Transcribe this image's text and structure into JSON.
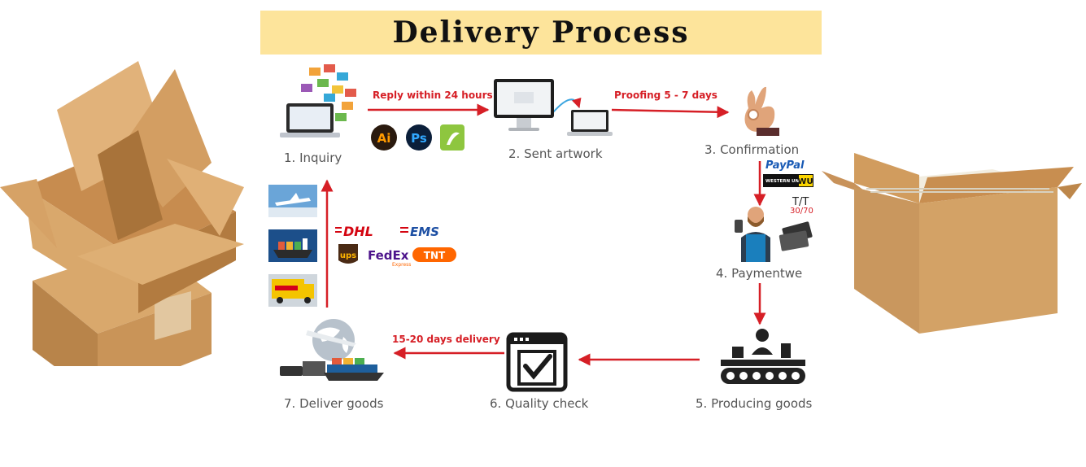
{
  "title": "Delivery Process",
  "steps": [
    {
      "label": "1. Inquiry"
    },
    {
      "label": "2. Sent artwork"
    },
    {
      "label": "3. Confirmation"
    },
    {
      "label": "4. Paymentwe"
    },
    {
      "label": "5. Producing goods"
    },
    {
      "label": "6. Quality check"
    },
    {
      "label": "7. Deliver goods"
    }
  ],
  "arrows": {
    "reply": "Reply within 24 hours",
    "proofing": "Proofing 5 - 7 days",
    "delivery": "15-20 days delivery"
  },
  "software": {
    "ai": "Ai",
    "ps": "Ps"
  },
  "payment": {
    "paypal": "PayPal",
    "western_union": "WESTERN UNION",
    "wu": "WU",
    "tt": "T/T",
    "ratio": "30/70"
  },
  "carriers": {
    "dhl": "DHL",
    "ems": "EMS",
    "ups": "ups",
    "fedex": "FedEx",
    "fedex_sub": "Express",
    "tnt": "TNT"
  },
  "colors": {
    "accent": "#d61f26",
    "title_bg": "#fde49b",
    "box": "#c9975e"
  }
}
